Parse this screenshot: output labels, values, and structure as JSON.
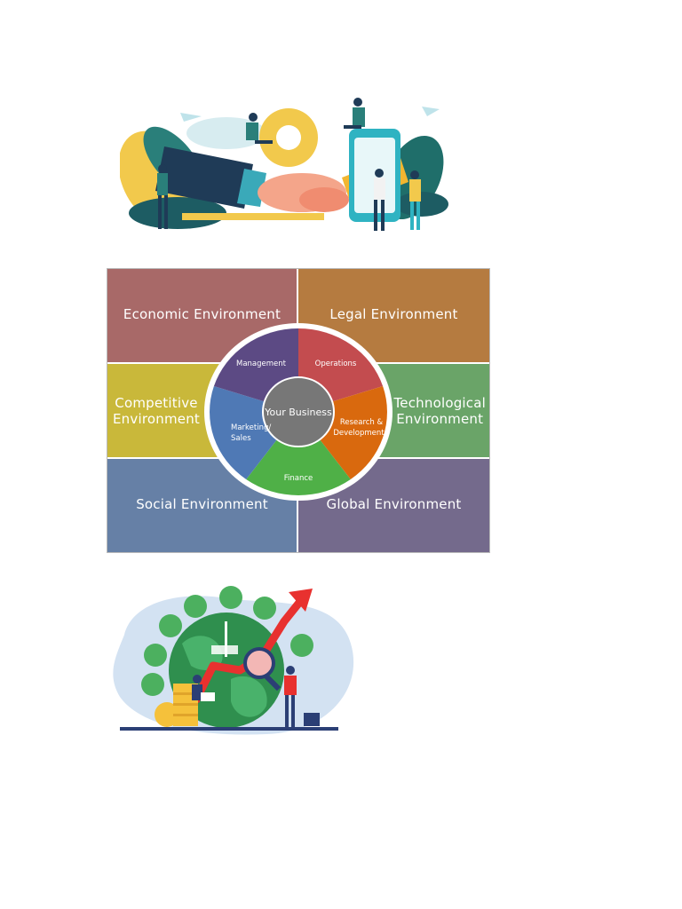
{
  "diagram": {
    "center": "Your Business",
    "segments": {
      "management": "Management",
      "operations": "Operations",
      "research_l1": "Research &",
      "research_l2": "Development",
      "finance": "Finance",
      "marketing_l1": "Marketing/",
      "marketing_l2": "Sales"
    },
    "environments": {
      "economic": "Economic Environment",
      "legal": "Legal Environment",
      "competitive_l1": "Competitive",
      "competitive_l2": "Environment",
      "technological_l1": "Technological",
      "technological_l2": "Environment",
      "social": "Social Environment",
      "global": "Global Environment"
    },
    "colors": {
      "economic": "#a86968",
      "legal": "#b57b40",
      "competitive": "#c9b83a",
      "technological": "#6aa468",
      "social": "#6680a6",
      "global": "#746a8c",
      "management": "#5c4a84",
      "operations": "#c34c4f",
      "research": "#d9690e",
      "finance": "#4fb047",
      "marketing": "#4f79b5",
      "center": "#777777"
    }
  }
}
